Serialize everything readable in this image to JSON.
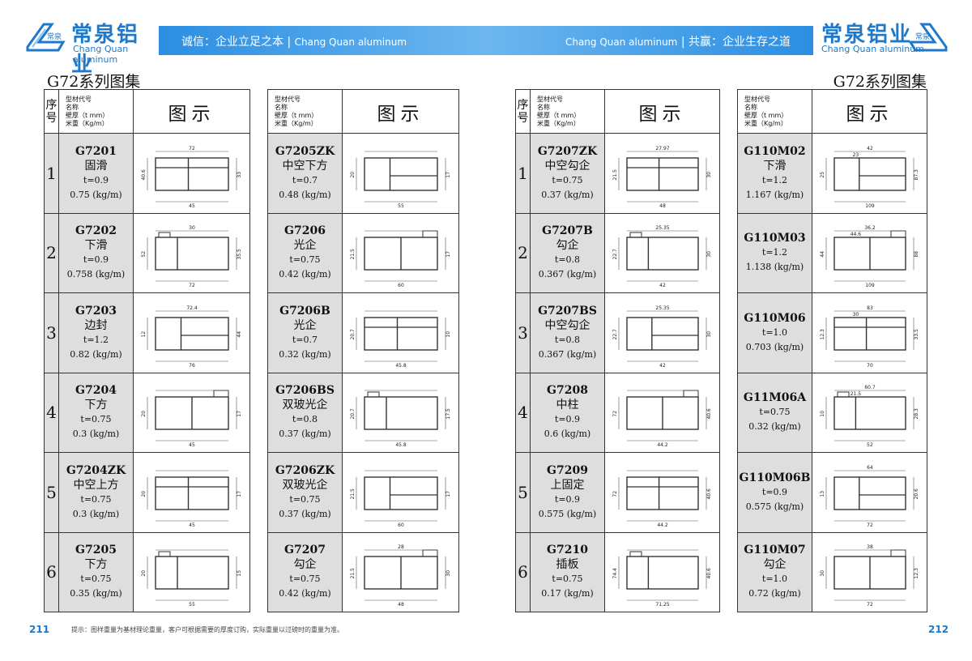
{
  "header": {
    "brand_cn": "常泉铝业",
    "brand_en": "Chang Quan aluminum",
    "logo_mark": "常泉",
    "slogan_left_cn": "诚信：企业立足之本",
    "slogan_left_en": "Chang Quan aluminum",
    "slogan_right_en": "Chang Quan aluminum",
    "slogan_right_cn": "共赢：企业生存之道",
    "divider": "|"
  },
  "series_title": "G72系列图集",
  "table_header": {
    "index_label": "序号",
    "meta_lines": [
      "型材代号",
      "名称",
      "壁厚（t mm）",
      "米重（Kg/m）"
    ],
    "figure_label": "图示"
  },
  "indices": [
    "1",
    "2",
    "3",
    "4",
    "5",
    "6"
  ],
  "tables": [
    {
      "has_index": true,
      "items": [
        {
          "code": "G7201",
          "name": "固滑",
          "t": "t=0.9",
          "w": "0.75 (kg/m)",
          "dims": [
            "72",
            "40.6",
            "33",
            "45"
          ]
        },
        {
          "code": "G7202",
          "name": "下滑",
          "t": "t=0.9",
          "w": "0.758 (kg/m)",
          "dims": [
            "30",
            "52",
            "35.5",
            "72"
          ]
        },
        {
          "code": "G7203",
          "name": "边封",
          "t": "t=1.2",
          "w": "0.82 (kg/m)",
          "dims": [
            "72.4",
            "12",
            "44",
            "76"
          ]
        },
        {
          "code": "G7204",
          "name": "下方",
          "t": "t=0.75",
          "w": "0.3 (kg/m)",
          "dims": [
            "20",
            "17",
            "45"
          ]
        },
        {
          "code": "G7204ZK",
          "name": "中空上方",
          "t": "t=0.75",
          "w": "0.3 (kg/m)",
          "dims": [
            "20",
            "17",
            "45"
          ]
        },
        {
          "code": "G7205",
          "name": "下方",
          "t": "t=0.75",
          "w": "0.35 (kg/m)",
          "dims": [
            "20",
            "15",
            "55"
          ]
        }
      ]
    },
    {
      "has_index": false,
      "items": [
        {
          "code": "G7205ZK",
          "name": "中空下方",
          "t": "t=0.7",
          "w": "0.48 (kg/m)",
          "dims": [
            "20",
            "17",
            "55"
          ]
        },
        {
          "code": "G7206",
          "name": "光企",
          "t": "t=0.75",
          "w": "0.42 (kg/m)",
          "dims": [
            "21.5",
            "17",
            "60"
          ]
        },
        {
          "code": "G7206B",
          "name": "光企",
          "t": "t=0.7",
          "w": "0.32 (kg/m)",
          "dims": [
            "20.7",
            "10",
            "45.8"
          ]
        },
        {
          "code": "G7206BS",
          "name": "双玻光企",
          "t": "t=0.8",
          "w": "0.37 (kg/m)",
          "dims": [
            "20.7",
            "17.5",
            "45.8"
          ]
        },
        {
          "code": "G7206ZK",
          "name": "双玻光企",
          "t": "t=0.75",
          "w": "0.37 (kg/m)",
          "dims": [
            "21.5",
            "17",
            "60"
          ]
        },
        {
          "code": "G7207",
          "name": "勾企",
          "t": "t=0.75",
          "w": "0.42 (kg/m)",
          "dims": [
            "28",
            "21.5",
            "30",
            "48"
          ]
        }
      ]
    },
    {
      "has_index": true,
      "items": [
        {
          "code": "G7207ZK",
          "name": "中空勾企",
          "t": "t=0.75",
          "w": "0.37 (kg/m)",
          "dims": [
            "27.97",
            "21.5",
            "30",
            "48"
          ]
        },
        {
          "code": "G7207B",
          "name": "勾企",
          "t": "t=0.8",
          "w": "0.367 (kg/m)",
          "dims": [
            "25.35",
            "22.7",
            "30",
            "42"
          ]
        },
        {
          "code": "G7207BS",
          "name": "中空勾企",
          "t": "t=0.8",
          "w": "0.367 (kg/m)",
          "dims": [
            "25.35",
            "22.7",
            "30",
            "42"
          ]
        },
        {
          "code": "G7208",
          "name": "中柱",
          "t": "t=0.9",
          "w": "0.6 (kg/m)",
          "dims": [
            "72",
            "40.6",
            "44.2"
          ]
        },
        {
          "code": "G7209",
          "name": "上固定",
          "t": "t=0.9",
          "w": "0.575 (kg/m)",
          "dims": [
            "72",
            "40.6",
            "44.2"
          ]
        },
        {
          "code": "G7210",
          "name": "插板",
          "t": "t=0.75",
          "w": "0.17 (kg/m)",
          "dims": [
            "74.4",
            "40.6",
            "71.25"
          ]
        }
      ]
    },
    {
      "has_index": false,
      "items": [
        {
          "code": "G110M02",
          "name": "下滑",
          "t": "t=1.2",
          "w": "1.167 (kg/m)",
          "dims": [
            "42",
            "23",
            "25",
            "87.3",
            "109"
          ]
        },
        {
          "code": "G110M03",
          "name": "",
          "t": "t=1.2",
          "w": "1.138 (kg/m)",
          "dims": [
            "36.2",
            "44.6",
            "44",
            "88",
            "109"
          ]
        },
        {
          "code": "G110M06",
          "name": "",
          "t": "t=1.0",
          "w": "0.703 (kg/m)",
          "dims": [
            "83",
            "30",
            "12.3",
            "33.5",
            "70"
          ]
        },
        {
          "code": "G11M06A",
          "name": "",
          "t": "t=0.75",
          "w": "0.32 (kg/m)",
          "dims": [
            "60.7",
            "21.5",
            "10",
            "28.3",
            "52"
          ]
        },
        {
          "code": "G110M06B",
          "name": "",
          "t": "t=0.9",
          "w": "0.575 (kg/m)",
          "dims": [
            "64",
            "13",
            "20.6",
            "72"
          ]
        },
        {
          "code": "G110M07",
          "name": "勾企",
          "t": "t=1.0",
          "w": "0.72 (kg/m)",
          "dims": [
            "38",
            "30",
            "12.3",
            "72"
          ]
        }
      ]
    }
  ],
  "footer": {
    "page_left": "211",
    "page_right": "212",
    "tip": "提示：图样重量为基材理论重量，客户可根据需要的厚度订购，实际重量以过磅时的重量为准。"
  },
  "colors": {
    "brand_blue": "#1f78c8",
    "banner_blue": "#2b8ee2",
    "cell_gray": "#dedede"
  }
}
